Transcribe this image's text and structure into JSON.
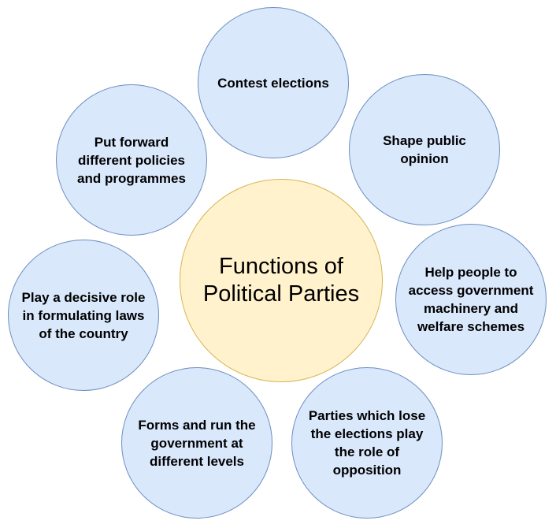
{
  "center": {
    "title_line1": "Functions of",
    "title_line2": "Political Parties"
  },
  "functions": {
    "contest": "Contest elections",
    "shape": "Shape public opinion",
    "access": "Help people to access government machinery and welfare schemes",
    "opposition": "Parties which lose the elections play the role of opposition",
    "government": "Forms and run the government at different levels",
    "laws": "Play a decisive role in formulating laws of the country",
    "policies": "Put forward different policies and programmes"
  },
  "colors": {
    "outer_fill": "#dae8fc",
    "outer_stroke": "#6c8ebf",
    "center_fill": "#fff2cc",
    "center_stroke": "#d6b656"
  }
}
